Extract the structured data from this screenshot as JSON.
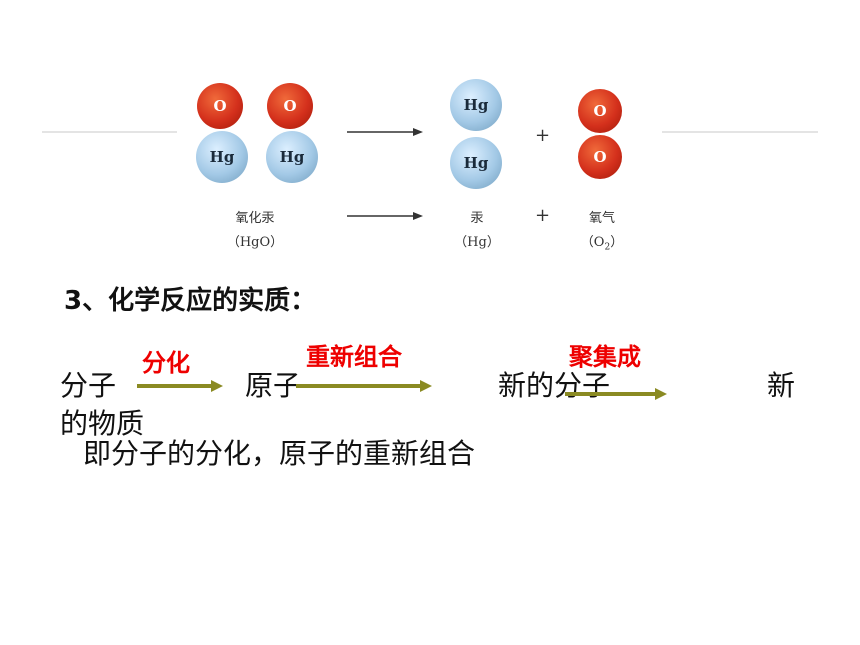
{
  "figure": {
    "hgo_atoms": [
      "O",
      "O",
      "Hg",
      "Hg"
    ],
    "hg_atoms": [
      "Hg",
      "Hg"
    ],
    "o2_atoms": [
      "O",
      "O"
    ],
    "plus_sign": "+",
    "reactant_name": "氧化汞",
    "reactant_formula": "（HgO）",
    "product1_name": "汞",
    "product1_formula": "（Hg）",
    "product2_name": "氧气",
    "product2_formula_open": "（O",
    "product2_formula_sub": "2",
    "product2_formula_close": "）"
  },
  "content": {
    "heading": "3、化学反应的实质：",
    "step1": "分子",
    "arrow1_label": "分化",
    "step2": "原子",
    "arrow2_label": "重新组合",
    "step3": "新的分子",
    "arrow3_label": "聚集成",
    "step4_line1": "新",
    "step4_line2": "的物质",
    "summary": "即分子的分化，原子的重新组合"
  },
  "colors": {
    "accent_red": "#ee0000",
    "arrow_olive": "#8a8a22",
    "oxygen_red": "#d4301c",
    "mercury_blue": "#a3c9e6"
  }
}
